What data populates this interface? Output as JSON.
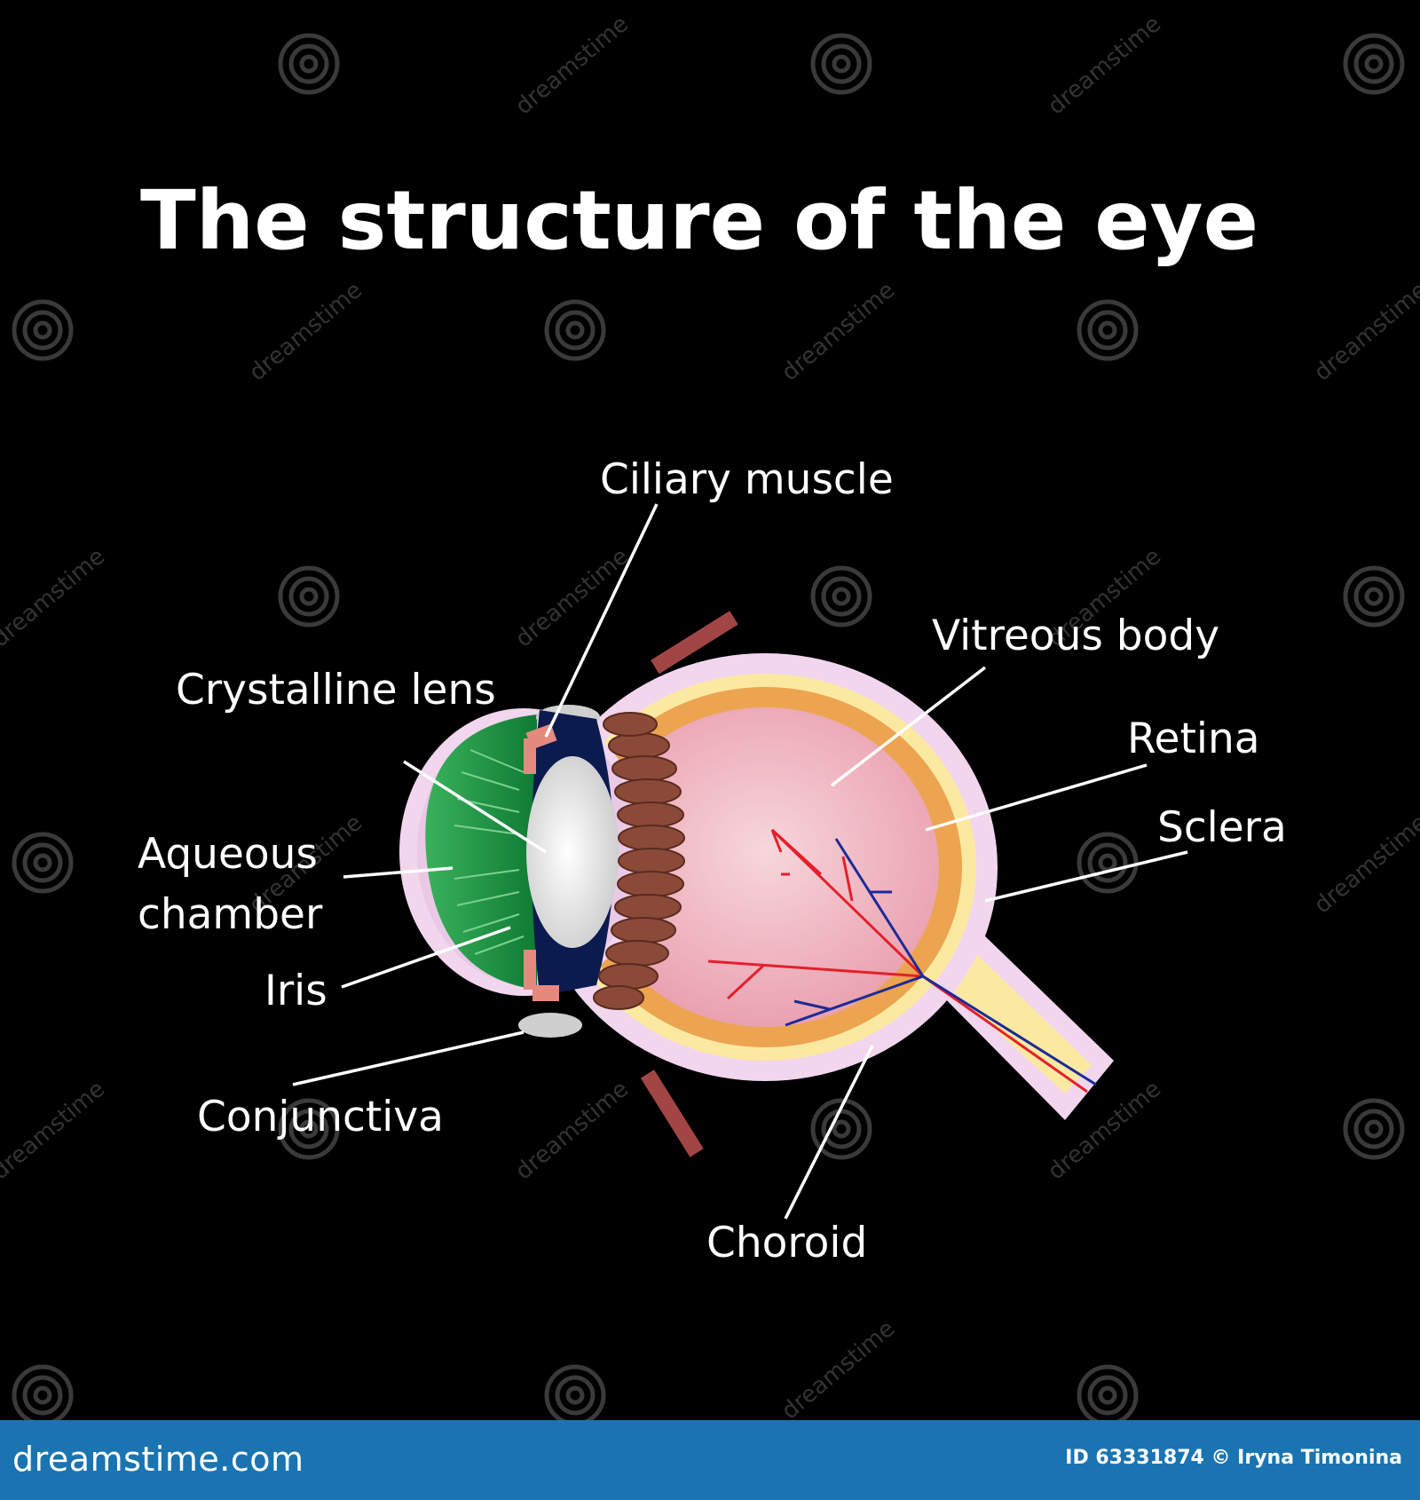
{
  "title": "The structure of the eye",
  "labels": {
    "ciliary_muscle": "Ciliary muscle",
    "crystalline_lens": "Crystalline lens",
    "vitreous_body": "Vitreous body",
    "retina": "Retina",
    "sclera": "Sclera",
    "aqueous_line1": "Aqueous",
    "aqueous_line2": "chamber",
    "iris": "Iris",
    "conjunctiva": "Conjunctiva",
    "choroid": "Choroid"
  },
  "watermark": {
    "footer_logo": "dreamstime.com",
    "footer_credit": "ID 63331874 © Iryna Timonina",
    "diagonal_text": "dreamstime"
  },
  "colors": {
    "background": "#000000",
    "sclera": "#f1d6ee",
    "retina": "#fbe9a2",
    "choroid": "#eda451",
    "vitreous": "#f1b4c0",
    "cornea_green": "#1f9a46",
    "lens": "#ececec",
    "ciliary_body": "#0c1b4e",
    "iris_muscle": "#8b4a38",
    "artery": "#e3202b",
    "vein": "#1b2b96",
    "footer": "#1a74b1"
  }
}
